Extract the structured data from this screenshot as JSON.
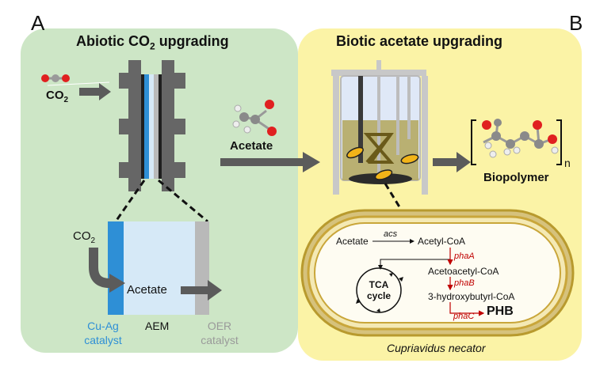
{
  "panel_a": {
    "letter": "A",
    "title_prefix": "Abiotic CO",
    "title_sub": "2",
    "title_suffix": " upgrading",
    "co2_prefix": "CO",
    "co2_sub": "2",
    "inset_co2_prefix": "CO",
    "inset_co2_sub": "2",
    "inset_product": "Acetate",
    "layer_cathode_line1": "Cu-Ag",
    "layer_cathode_line2": "catalyst",
    "layer_membrane": "AEM",
    "layer_anode_line1": "OER",
    "layer_anode_line2": "catalyst"
  },
  "center": {
    "acetate_label": "Acetate"
  },
  "panel_b": {
    "letter": "B",
    "title": "Biotic acetate upgrading",
    "biopolymer_label": "Biopolymer",
    "repeat_subscript": "n",
    "organism": "Cupriavidus necator",
    "pathway": {
      "acetate": "Acetate",
      "enzyme_acs": "acs",
      "acetyl_coa": "Acetyl-CoA",
      "enzyme_phaA": "phaA",
      "acetoacetyl_coa": "Acetoacetyl-CoA",
      "enzyme_phaB": "phaB",
      "hydroxybutyryl_coa": "3-hydroxybutyrl-CoA",
      "enzyme_phaC": "phaC",
      "product": "PHB",
      "tca_line1": "TCA",
      "tca_line2": "cycle"
    }
  },
  "colors": {
    "panel_a_bg": "#cde6c6",
    "panel_b_bg": "#fbf3a6",
    "arrow_gray": "#5b5b5b",
    "cathode_blue": "#2e8fd6",
    "membrane_light": "#d6e9f7",
    "anode_gray": "#b9b9b9",
    "enzyme_red": "#c00000",
    "cell_envelope": "#c9a63a"
  }
}
